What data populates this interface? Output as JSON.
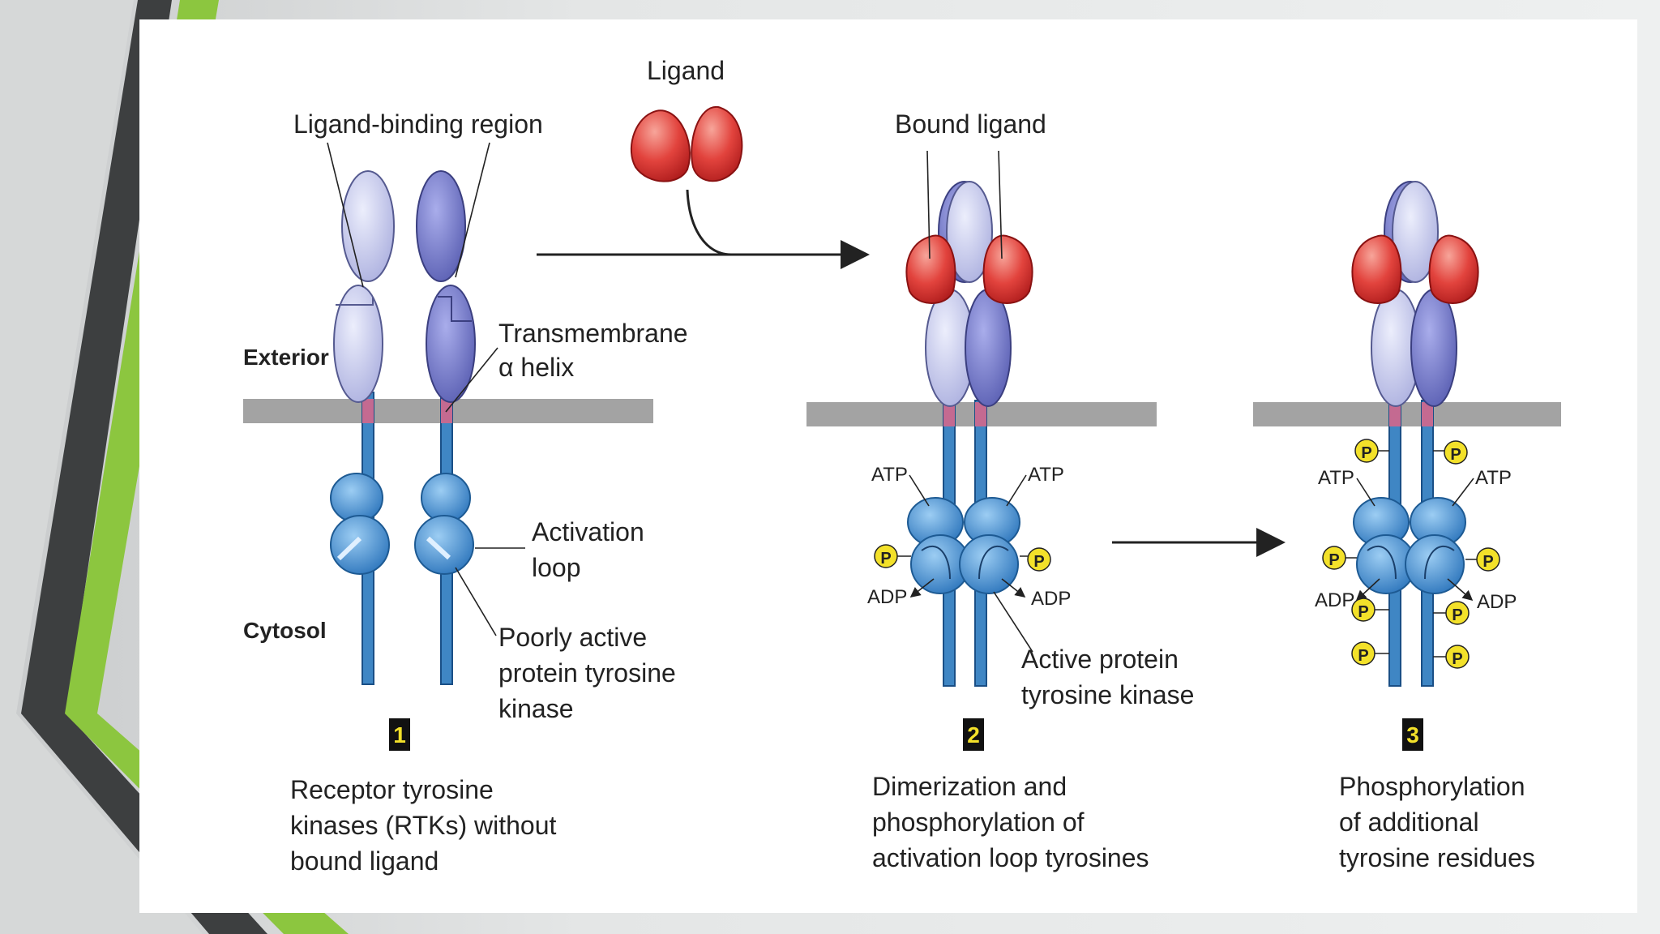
{
  "labels": {
    "ligand": "Ligand",
    "ligand_binding_region": "Ligand-binding region",
    "bound_ligand": "Bound ligand",
    "exterior": "Exterior",
    "cytosol": "Cytosol",
    "transmembrane_line1": "Transmembrane",
    "transmembrane_line2": "α helix",
    "activation_line1": "Activation",
    "activation_line2": "loop",
    "poorly_line1": "Poorly active",
    "poorly_line2": "protein tyrosine",
    "poorly_line3": "kinase",
    "active_line1": "Active protein",
    "active_line2": "tyrosine kinase",
    "atp": "ATP",
    "adp": "ADP",
    "phospho": "P"
  },
  "steps": [
    {
      "number": "1",
      "lines": [
        "Receptor tyrosine",
        "kinases (RTKs) without",
        "bound ligand"
      ]
    },
    {
      "number": "2",
      "lines": [
        "Dimerization and",
        "phosphorylation of",
        "activation loop tyrosines"
      ]
    },
    {
      "number": "3",
      "lines": [
        "Phosphorylation",
        "of additional",
        "tyrosine residues"
      ]
    }
  ],
  "colors": {
    "accent_green": "#8cc63f",
    "dark_stripe": "#3d3f40",
    "membrane": "#a3a3a3",
    "receptor_light": "#c9cbee",
    "receptor_dark": "#7f84cf",
    "kinase_blue": "#4a8fd0",
    "ligand_red": "#e2433d",
    "phosphate_yellow": "#f3e12a"
  }
}
